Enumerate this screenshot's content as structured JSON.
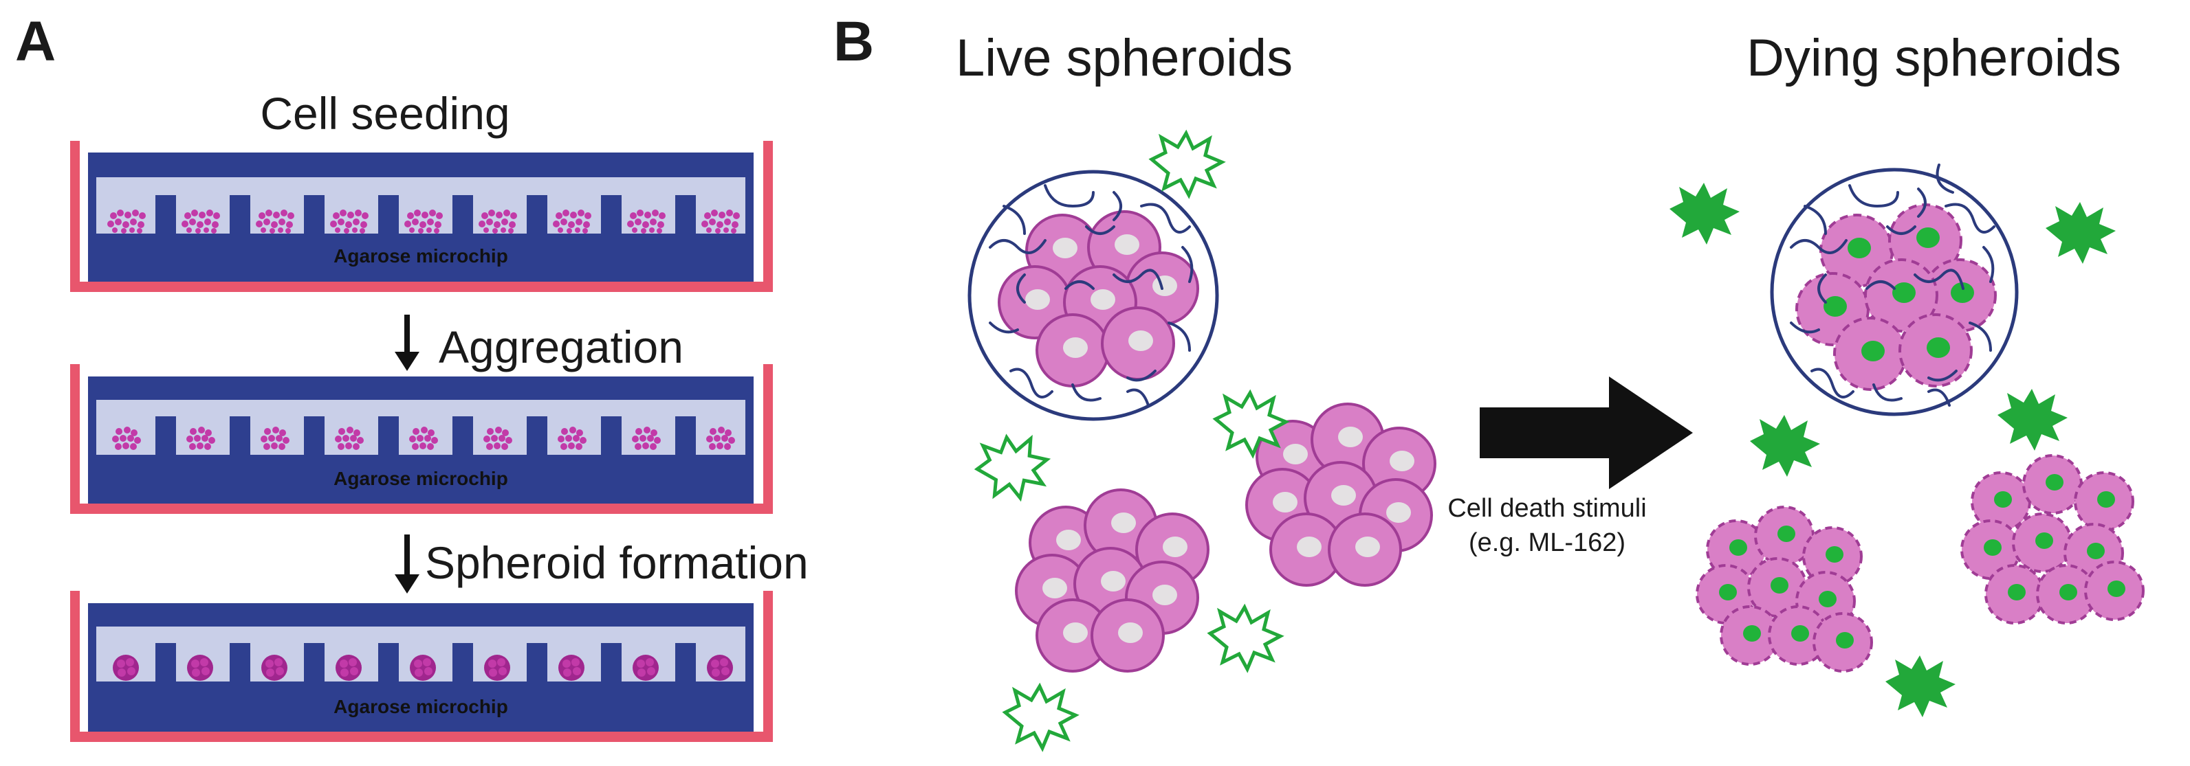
{
  "panels": {
    "a": {
      "letter": "A",
      "steps": [
        "Cell seeding",
        "Aggregation",
        "Spheroid formation"
      ],
      "chip_label": "Agarose microchip"
    },
    "b": {
      "letter": "B",
      "live_title": "Live spheroids",
      "dying_title": "Dying spheroids",
      "stimulus_line1": "Cell death stimuli",
      "stimulus_line2": "(e.g. ML-162)"
    }
  },
  "colors": {
    "dish_wall": "#e8566d",
    "agarose": "#2e3f8f",
    "medium": "#c9cfe8",
    "cell_fill": "#d97fc6",
    "cell_edge": "#a03c95",
    "nucleus": "#e4e1e3",
    "dead_nucleus": "#21b33a",
    "dye_green": "#22a83a",
    "matrix": "#2b3a7c",
    "arrow": "#111111"
  },
  "icons": [
    "down-arrow-icon",
    "right-arrow-icon",
    "starburst-icon"
  ]
}
